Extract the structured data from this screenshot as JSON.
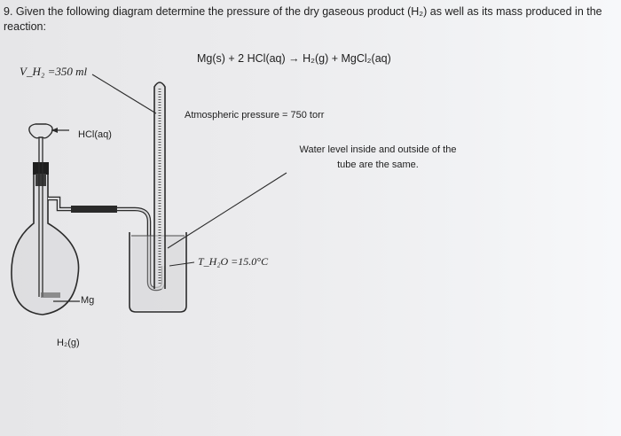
{
  "question": {
    "text": "9. Given the following diagram determine the pressure of the dry gaseous product (H₂) as well as its mass produced in the reaction:"
  },
  "reaction": {
    "equation": "Mg(s) + 2 HCl(aq) → H₂(g) + MgCl₂(aq)"
  },
  "diagram": {
    "volume_label": "V_H₂ =350 ml",
    "acid_label": "HCl(aq)",
    "atmospheric_pressure_label": "Atmospheric pressure = 750 torr",
    "water_level_note": "Water level inside and outside of the tube are the same.",
    "temperature_label": "T_H₂O =15.0°C",
    "metal_label": "Mg",
    "gas_label": "H₂(g)"
  }
}
